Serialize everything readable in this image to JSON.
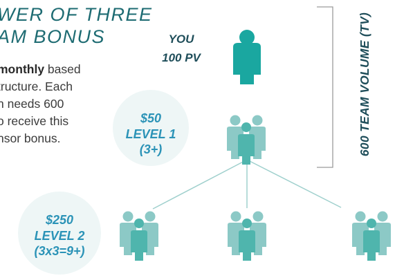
{
  "title": {
    "line1": "WER OF THREE",
    "line2": "AM BONUS"
  },
  "body": {
    "line1_bold": "monthly",
    "line1_rest": " based",
    "line2": "tructure. Each",
    "line3": "n needs 600",
    "line4": "o receive this",
    "line5": "nsor bonus."
  },
  "you": {
    "line1": "YOU",
    "line2": "100 PV"
  },
  "level1": {
    "amount": "$50",
    "level": "LEVEL 1",
    "count": "(3+)"
  },
  "level2": {
    "amount": "$250",
    "level": "LEVEL 2",
    "count": "(3x3=9+)"
  },
  "team_volume": {
    "label": "600 TEAM VOLUME (TV)"
  },
  "colors": {
    "title": "#1d6b72",
    "person_dark": "#1aa7a0",
    "group_back": "#8cc9c6",
    "group_front": "#4fb5ad",
    "circle_bg": "#eef6f6",
    "accent_blue": "#2b93b7"
  }
}
